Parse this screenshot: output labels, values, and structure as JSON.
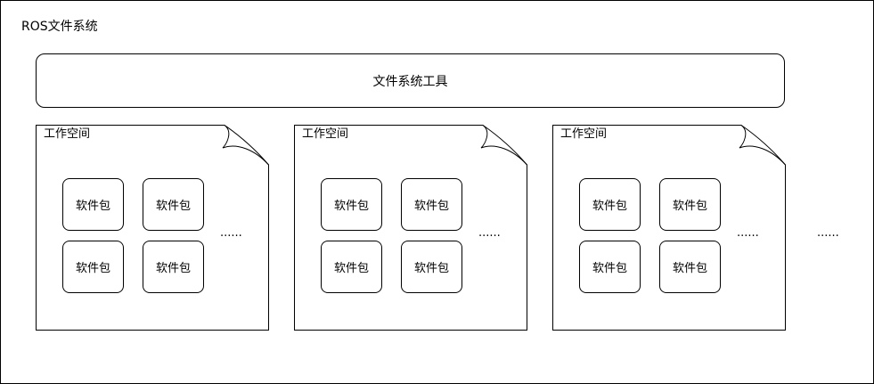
{
  "diagram": {
    "title": "ROS文件系统",
    "tools_label": "文件系统工具",
    "workspaces": [
      {
        "label": "工作空间",
        "packages": [
          "软件包",
          "软件包",
          "软件包",
          "软件包"
        ],
        "ellipsis": "......"
      },
      {
        "label": "工作空间",
        "packages": [
          "软件包",
          "软件包",
          "软件包",
          "软件包"
        ],
        "ellipsis": "......"
      },
      {
        "label": "工作空间",
        "packages": [
          "软件包",
          "软件包",
          "软件包",
          "软件包"
        ],
        "ellipsis": "......"
      }
    ],
    "trailing_ellipsis": "......"
  },
  "colors": {
    "stroke": "#000000",
    "fill": "#ffffff"
  }
}
